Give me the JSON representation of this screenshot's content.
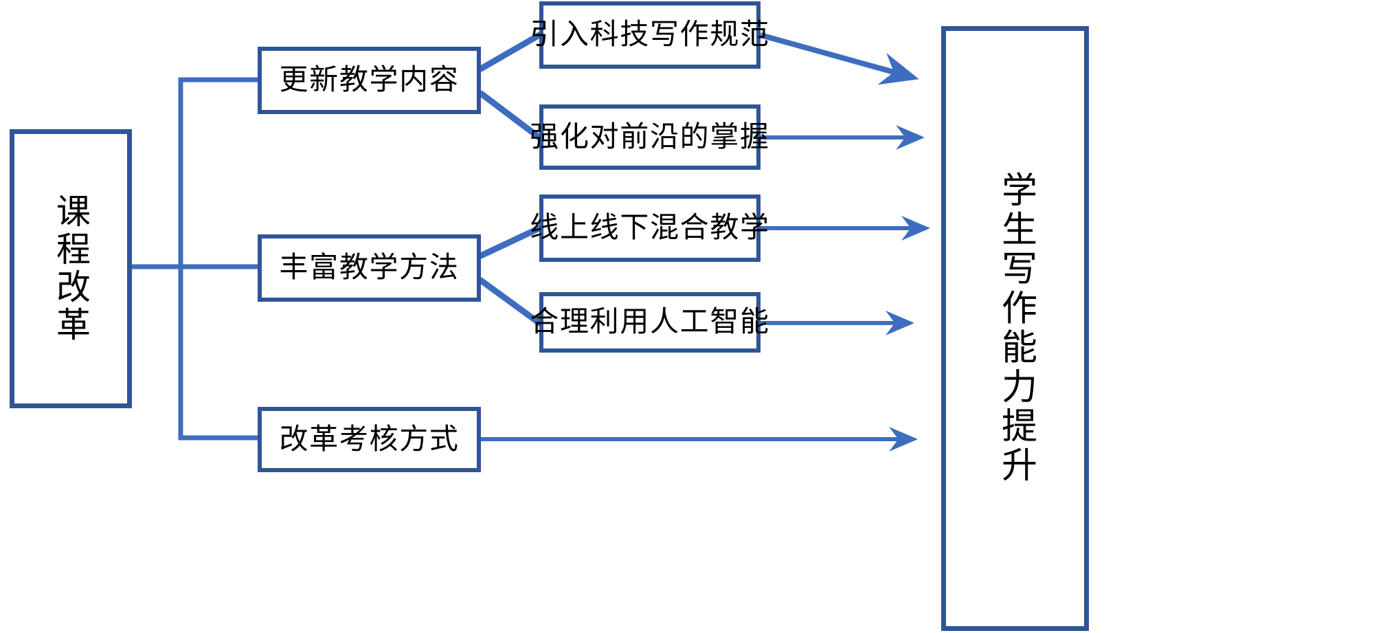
{
  "diagram": {
    "title": "课程改革与学生写作能力提升关系图",
    "colors": {
      "box_border": "#2F5597",
      "connector": "#3E6DBF",
      "box_fill": "#FFFFFF",
      "text": "#000000"
    },
    "root": {
      "id": "root",
      "label": "课程改革",
      "orientation": "vertical"
    },
    "outcome": {
      "id": "outcome",
      "label": "学生写作能力提升",
      "orientation": "vertical"
    },
    "level2": [
      {
        "id": "content",
        "label": "更新教学内容"
      },
      {
        "id": "method",
        "label": "丰富教学方法"
      },
      {
        "id": "assess",
        "label": "改革考核方式"
      }
    ],
    "level3": [
      {
        "id": "norm",
        "label": "引入科技写作规范",
        "parent": "content"
      },
      {
        "id": "front",
        "label": "强化对前沿的掌握",
        "parent": "content"
      },
      {
        "id": "blend",
        "label": "线上线下混合教学",
        "parent": "method"
      },
      {
        "id": "ai",
        "label": "合理利用人工智能",
        "parent": "method"
      }
    ],
    "edges": [
      {
        "from": "root",
        "to": "content",
        "type": "elbow"
      },
      {
        "from": "root",
        "to": "method",
        "type": "elbow"
      },
      {
        "from": "root",
        "to": "assess",
        "type": "elbow"
      },
      {
        "from": "content",
        "to": "norm",
        "type": "straight"
      },
      {
        "from": "content",
        "to": "front",
        "type": "straight"
      },
      {
        "from": "method",
        "to": "blend",
        "type": "straight"
      },
      {
        "from": "method",
        "to": "ai",
        "type": "straight"
      },
      {
        "from": "norm",
        "to": "outcome",
        "type": "arrow"
      },
      {
        "from": "front",
        "to": "outcome",
        "type": "arrow"
      },
      {
        "from": "blend",
        "to": "outcome",
        "type": "arrow"
      },
      {
        "from": "ai",
        "to": "outcome",
        "type": "arrow"
      },
      {
        "from": "assess",
        "to": "outcome",
        "type": "arrow"
      }
    ]
  }
}
